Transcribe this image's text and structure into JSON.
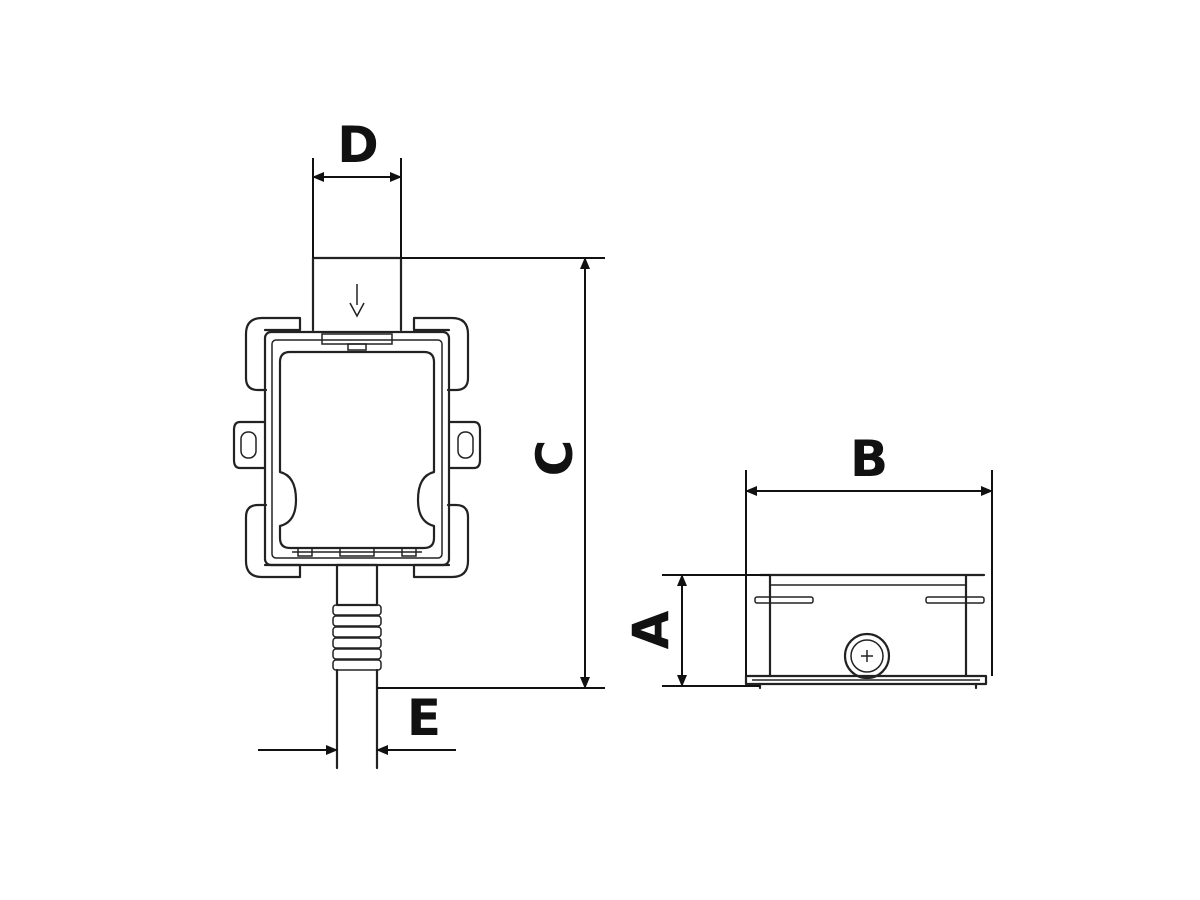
{
  "colors": {
    "line": "#222222",
    "background": "#ffffff"
  },
  "labels": {
    "a": "A",
    "b": "B",
    "c": "C",
    "d": "D",
    "e": "E"
  }
}
